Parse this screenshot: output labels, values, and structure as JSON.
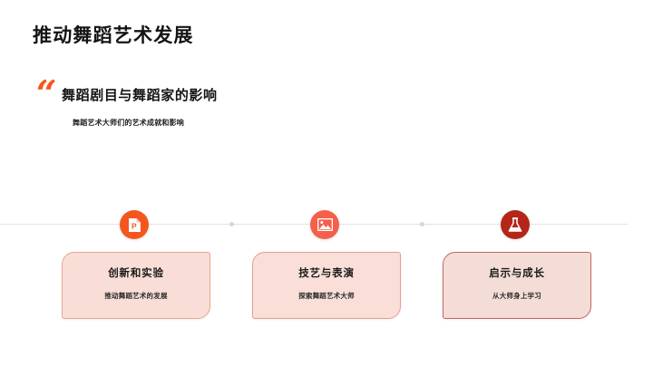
{
  "slide": {
    "title": "推动舞蹈艺术发展"
  },
  "quote": {
    "mark": "“",
    "heading": "舞蹈剧目与舞蹈家的影响",
    "subtitle": "舞蹈艺术大师们的艺术成就和影响"
  },
  "timeline": {
    "milestones": [
      {
        "icon": "presentation-file-icon",
        "icon_color": "#f4571d",
        "title": "创新和实验",
        "subtitle": "推动舞蹈艺术的发展",
        "card_fill": "#f8ded6",
        "card_border": "#eaa691"
      },
      {
        "icon": "image-picture-icon",
        "icon_color": "#f4604a",
        "title": "技艺与表演",
        "subtitle": "探索舞蹈艺术大师",
        "card_fill": "#f9dfd8",
        "card_border": "#e79d90"
      },
      {
        "icon": "flask-beaker-icon",
        "icon_color": "#b4261a",
        "title": "启示与成长",
        "subtitle": "从大师身上学习",
        "card_fill": "#f4ddd6",
        "card_border": "#c2685c"
      }
    ]
  },
  "theme": {
    "accent": "#f4571d",
    "background": "#ffffff",
    "line": "#e3e3e3",
    "text": "#141414"
  }
}
